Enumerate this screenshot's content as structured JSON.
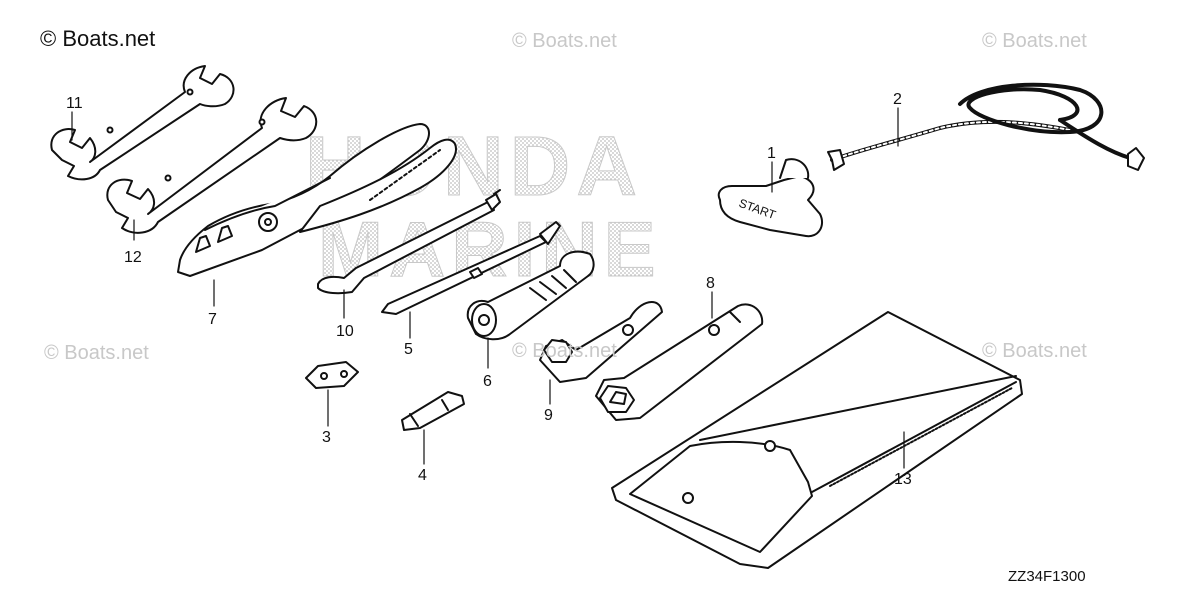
{
  "watermark_main": "© Boats.net",
  "watermarks": [
    "© Boats.net",
    "© Boats.net",
    "© Boats.net",
    "© Boats.net",
    "© Boats.net",
    "© Boats.net"
  ],
  "background_logo": "HONDA MARINE",
  "callouts": [
    "1",
    "2",
    "3",
    "4",
    "5",
    "6",
    "7",
    "8",
    "9",
    "10",
    "11",
    "12",
    "13"
  ],
  "reference_code": "ZZ34F1300",
  "starter_grip_label": "START",
  "colors": {
    "line": "#111111",
    "watermark": "#c8c8c8",
    "logo_dots": "#bdbdbd"
  }
}
